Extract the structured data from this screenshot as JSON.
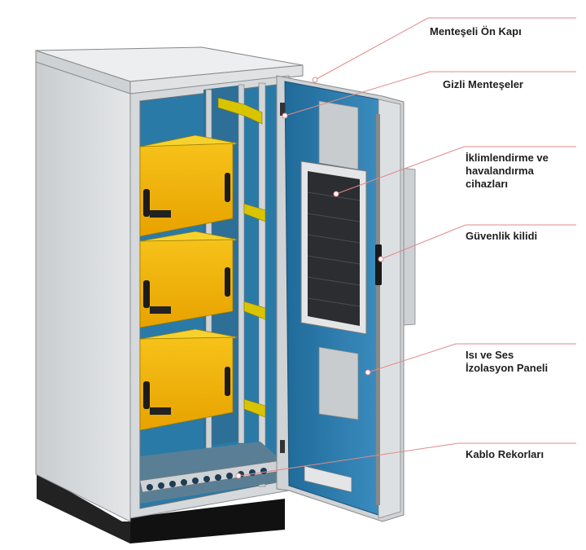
{
  "callouts": [
    {
      "id": "front-door",
      "text": "Menteşeli Ön Kapı"
    },
    {
      "id": "hinges",
      "text": "Gizli Menteşeler"
    },
    {
      "id": "ventilation",
      "text": "İklimlendirme ve\nhavalandırma\ncihazları"
    },
    {
      "id": "lock",
      "text": "Güvenlik kilidi"
    },
    {
      "id": "insulation",
      "text": "Isı ve Ses\nİzolasyon Paneli"
    },
    {
      "id": "cable-glands",
      "text": "Kablo Rekorları"
    }
  ],
  "colors": {
    "leader_line": "#e08a8a",
    "cabinet_body": "#d9dcde",
    "interior_blue": "#2a7aa8",
    "door_blue": "#2f7fb0",
    "module_yellow": "#f2b400",
    "base_black": "#1a1a1a"
  }
}
